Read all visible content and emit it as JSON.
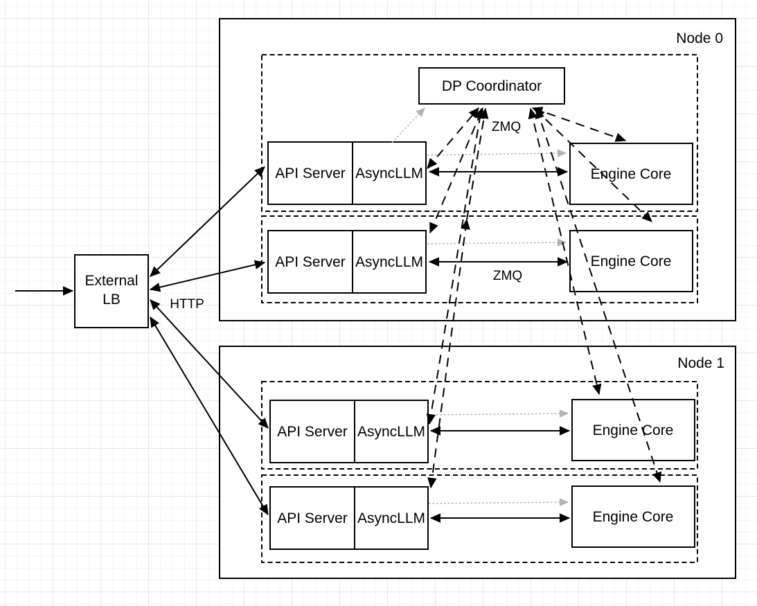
{
  "diagram": {
    "title_context": "Data parallel deployment diagram",
    "external_lb": {
      "line1": "External",
      "line2": "LB"
    },
    "node0": {
      "label": "Node 0"
    },
    "node1": {
      "label": "Node 1"
    },
    "coordinator": {
      "label": "DP Coordinator"
    },
    "rows": [
      {
        "api": "API Server",
        "async": "AsyncLLM",
        "engine": "Engine Core"
      },
      {
        "api": "API Server",
        "async": "AsyncLLM",
        "engine": "Engine Core"
      },
      {
        "api": "API Server",
        "async": "AsyncLLM",
        "engine": "Engine Core"
      },
      {
        "api": "API Server",
        "async": "AsyncLLM",
        "engine": "Engine Core"
      }
    ],
    "labels": {
      "http": "HTTP",
      "zmq_coordinator": "ZMQ",
      "zmq_row2": "ZMQ"
    },
    "colors": {
      "line": "#000000",
      "gray_line": "#b3b3b3",
      "box_fill": "#ffffff",
      "grid_minor": "#f4f4f4",
      "grid_major": "#e8e8e8"
    }
  }
}
